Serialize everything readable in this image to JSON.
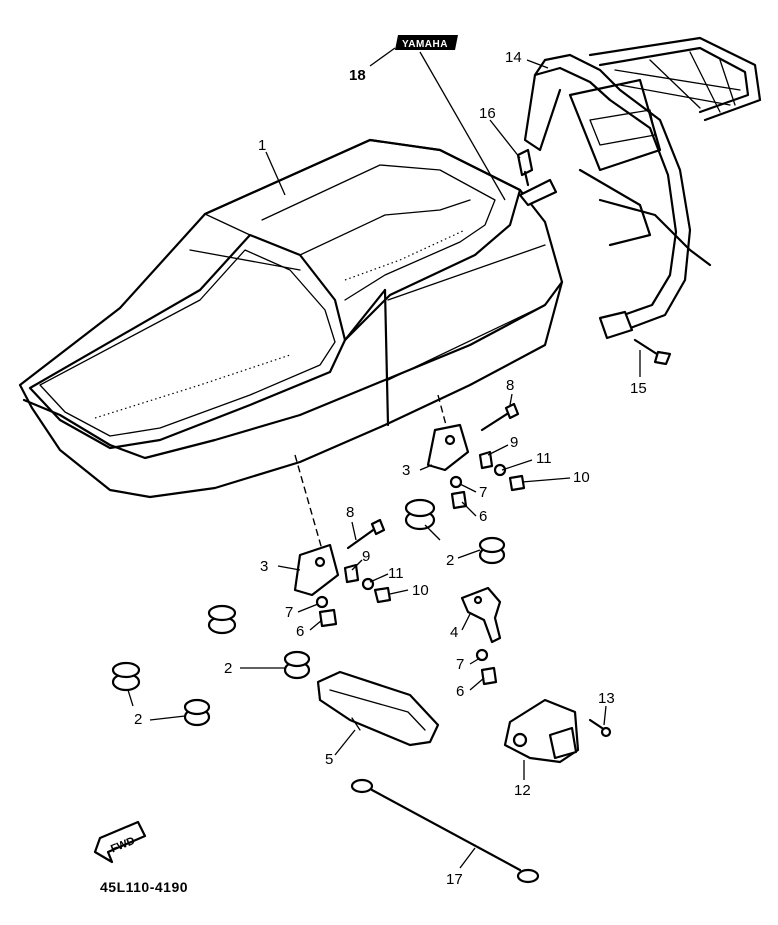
{
  "diagram": {
    "drawing_code": "45L110-4190",
    "emblem_text": "YAMAHA",
    "direction_label": "FWD",
    "callouts": [
      {
        "id": "c1",
        "text": "1"
      },
      {
        "id": "c14",
        "text": "14"
      },
      {
        "id": "c16",
        "text": "16"
      },
      {
        "id": "c18",
        "text": "18"
      },
      {
        "id": "c15",
        "text": "15"
      },
      {
        "id": "c8a",
        "text": "8"
      },
      {
        "id": "c9a",
        "text": "9"
      },
      {
        "id": "c11a",
        "text": "11"
      },
      {
        "id": "c10a",
        "text": "10"
      },
      {
        "id": "c3a",
        "text": "3"
      },
      {
        "id": "c7a",
        "text": "7"
      },
      {
        "id": "c6a",
        "text": "6"
      },
      {
        "id": "c2a",
        "text": "2"
      },
      {
        "id": "c8b",
        "text": "8"
      },
      {
        "id": "c3b",
        "text": "3"
      },
      {
        "id": "c9b",
        "text": "9"
      },
      {
        "id": "c11b",
        "text": "11"
      },
      {
        "id": "c10b",
        "text": "10"
      },
      {
        "id": "c7b",
        "text": "7"
      },
      {
        "id": "c6b",
        "text": "6"
      },
      {
        "id": "c4",
        "text": "4"
      },
      {
        "id": "c2b",
        "text": "2"
      },
      {
        "id": "c7c",
        "text": "7"
      },
      {
        "id": "c6c",
        "text": "6"
      },
      {
        "id": "c2c",
        "text": "2"
      },
      {
        "id": "c13",
        "text": "13"
      },
      {
        "id": "c5",
        "text": "5"
      },
      {
        "id": "c12",
        "text": "12"
      },
      {
        "id": "c17",
        "text": "17"
      }
    ]
  }
}
